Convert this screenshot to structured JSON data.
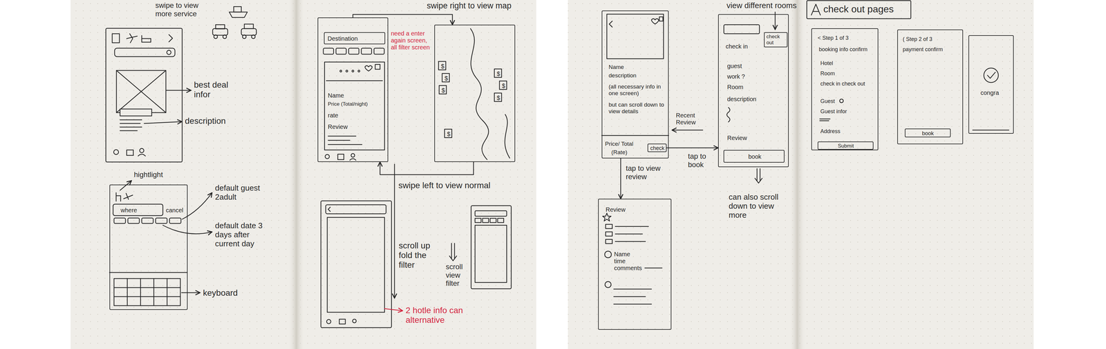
{
  "diagram": {
    "nodes": [
      {
        "text": [
          "where",
          "cancel"
        ]
      },
      {
        "text": [
          "Name",
          "Price (Total/night)",
          "rate",
          "Review"
        ]
      },
      {
        "text": [
          "Destination"
        ],
        "in": 1
      },
      {
        "text": [
          "$",
          "$",
          "$",
          "$",
          "$",
          "$",
          "$"
        ]
      },
      {
        "text": [
          "Name",
          "description",
          "(all necessary info in one screen)",
          "but can scroll down to view details",
          "Price/ Total",
          "(Rate)"
        ]
      },
      {
        "text": [
          "check"
        ],
        "in": 4
      },
      {
        "text": [
          "Review",
          "Name time comments"
        ]
      },
      {
        "text": [
          "check in",
          "guest",
          "work ?",
          "Room",
          "description",
          "Review"
        ]
      },
      {
        "text": [
          "check out"
        ],
        "in": 7
      },
      {
        "text": [
          "book"
        ],
        "in": 7
      },
      {
        "text": [
          "< Step 1 of 3",
          "booking info confirm",
          "Hotel",
          "Room",
          "check in check out",
          "Guest",
          "Guest infor",
          "Address"
        ]
      },
      {
        "text": [
          "Submit"
        ],
        "in": 10
      },
      {
        "text": [
          "( Step 2 of 3",
          "payment confirm"
        ]
      },
      {
        "text": [
          "book"
        ],
        "in": 12
      },
      {
        "text": [
          "congra"
        ]
      }
    ],
    "edges": [
      {
        "from": 1,
        "to": 3,
        "arrow": "to"
      },
      {
        "from": 3,
        "to": 1,
        "arrow": "to"
      },
      {
        "from": 5,
        "to": 7,
        "arrow": "to"
      },
      {
        "from": 4,
        "to": 6,
        "arrow": "to"
      }
    ],
    "labels": [
      "swipe to view more service",
      "best deal infor",
      "description",
      "hightlight",
      "default guest 2adult",
      "default date 3 days after current day",
      "keyboard",
      "swipe right to view map",
      "need a enter again screen, all filter screen",
      "swipe left to view normal",
      "scroll up fold the filter",
      "scroll view filter",
      "2 hotle info can alternative",
      "view different rooms",
      "Recent Review",
      "tap to book",
      "tap to view review",
      "can also scroll down to view more",
      "check out pages"
    ]
  }
}
